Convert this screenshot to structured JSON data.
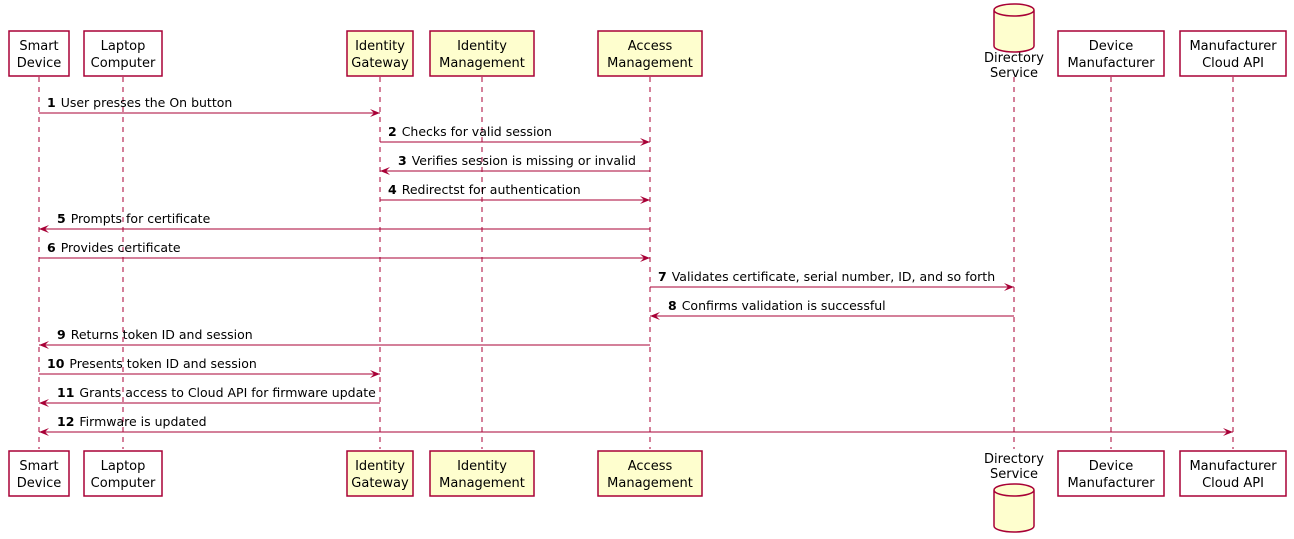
{
  "colors": {
    "line": "#a80036",
    "plain_fill": "#ffffff",
    "highlight_fill": "#fefece"
  },
  "participants": [
    {
      "id": "smart-device",
      "lines": [
        "Smart",
        "Device"
      ],
      "highlight": false,
      "shape": "box"
    },
    {
      "id": "laptop-computer",
      "lines": [
        "Laptop",
        "Computer"
      ],
      "highlight": false,
      "shape": "box"
    },
    {
      "id": "identity-gateway",
      "lines": [
        "Identity",
        "Gateway"
      ],
      "highlight": true,
      "shape": "box"
    },
    {
      "id": "identity-management",
      "lines": [
        "Identity",
        "Management"
      ],
      "highlight": true,
      "shape": "box"
    },
    {
      "id": "access-management",
      "lines": [
        "Access",
        "Management"
      ],
      "highlight": true,
      "shape": "box"
    },
    {
      "id": "directory-service",
      "lines": [
        "Directory",
        "Service"
      ],
      "highlight": true,
      "shape": "database"
    },
    {
      "id": "device-manufacturer",
      "lines": [
        "Device",
        "Manufacturer"
      ],
      "highlight": false,
      "shape": "box"
    },
    {
      "id": "manufacturer-cloud-api",
      "lines": [
        "Manufacturer",
        "Cloud API"
      ],
      "highlight": false,
      "shape": "box"
    }
  ],
  "messages": [
    {
      "num": "1",
      "text": "User presses the On button",
      "from": "smart-device",
      "to": "identity-gateway"
    },
    {
      "num": "2",
      "text": "Checks for valid session",
      "from": "identity-gateway",
      "to": "access-management"
    },
    {
      "num": "3",
      "text": "Verifies session is missing or invalid",
      "from": "access-management",
      "to": "identity-gateway"
    },
    {
      "num": "4",
      "text": "Redirectst for authentication",
      "from": "identity-gateway",
      "to": "access-management"
    },
    {
      "num": "5",
      "text": "Prompts for certificate",
      "from": "access-management",
      "to": "smart-device"
    },
    {
      "num": "6",
      "text": "Provides certificate",
      "from": "smart-device",
      "to": "access-management"
    },
    {
      "num": "7",
      "text": "Validates certificate, serial number, ID, and so forth",
      "from": "access-management",
      "to": "directory-service"
    },
    {
      "num": "8",
      "text": "Confirms validation is successful",
      "from": "directory-service",
      "to": "access-management"
    },
    {
      "num": "9",
      "text": "Returns token ID and session",
      "from": "access-management",
      "to": "smart-device"
    },
    {
      "num": "10",
      "text": "Presents token ID and session",
      "from": "smart-device",
      "to": "identity-gateway"
    },
    {
      "num": "11",
      "text": "Grants access to Cloud API for firmware update",
      "from": "identity-gateway",
      "to": "smart-device"
    },
    {
      "num": "12",
      "text": "Firmware is updated",
      "from": "smart-device",
      "to": "manufacturer-cloud-api",
      "bidirectional": true
    }
  ]
}
